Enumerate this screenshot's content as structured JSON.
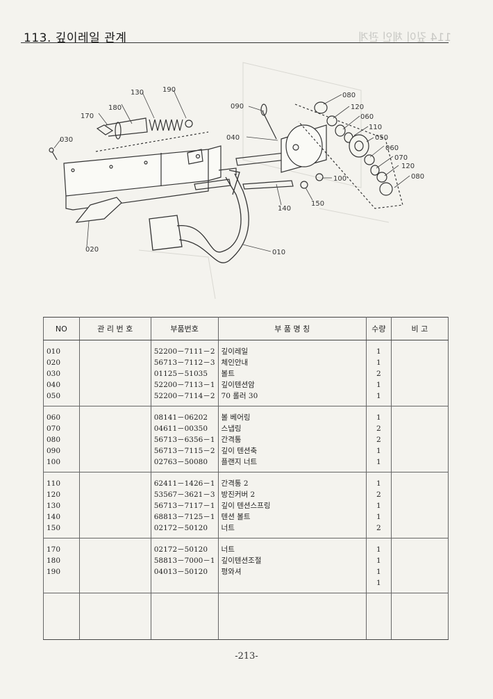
{
  "page": {
    "title": "113. 깊이레일 관계",
    "ghost_title": "114 깊이 체인 관계",
    "page_number": "-213-"
  },
  "diagram": {
    "callouts": [
      "130",
      "190",
      "180",
      "170",
      "030",
      "090",
      "040",
      "080",
      "120",
      "060",
      "110",
      "050",
      "060",
      "070",
      "120",
      "080",
      "100",
      "140",
      "150",
      "020",
      "010"
    ]
  },
  "table": {
    "headers": {
      "no": "NO",
      "mgmt": "관 리 번 호",
      "part_no": "부품번호",
      "name": "부 품 명 칭",
      "qty": "수량",
      "remark": "비 고"
    },
    "groups": [
      {
        "no": [
          "010",
          "020",
          "030",
          "040",
          "050"
        ],
        "part_no": [
          "52200－7111－2",
          "56713－7112－3",
          "01125－51035",
          "52200－7113－1",
          "52200－7114－2"
        ],
        "name": [
          "깊이레일",
          "체인안내",
          "볼트",
          "깊이텐션암",
          "70 롤러 30"
        ],
        "qty": [
          "1",
          "1",
          "2",
          "1",
          "1"
        ]
      },
      {
        "no": [
          "060",
          "070",
          "080",
          "090",
          "100"
        ],
        "part_no": [
          "08141－06202",
          "04611－00350",
          "56713－6356－1",
          "56713－7115－2",
          "02763－50080"
        ],
        "name": [
          "볼 베어링",
          "스냅링",
          "간격통",
          "깊이 텐션축",
          "플랜지 너트"
        ],
        "qty": [
          "1",
          "2",
          "2",
          "1",
          "1"
        ]
      },
      {
        "no": [
          "110",
          "120",
          "130",
          "140",
          "150"
        ],
        "part_no": [
          "62411－1426－1",
          "53567－3621－3",
          "56713－7117－1",
          "68813－7125－1",
          "02172－50120"
        ],
        "name": [
          "간격통 2",
          "방진커버 2",
          "깊이 텐션스프링",
          "텐션 볼트",
          "너트"
        ],
        "qty": [
          "1",
          "2",
          "1",
          "1",
          "2"
        ]
      },
      {
        "no": [
          "170",
          "180",
          "190"
        ],
        "part_no": [
          "02172－50120",
          "58813－7000－1",
          "04013－50120"
        ],
        "name": [
          "너트",
          "깊이텐션조절",
          "평와셔"
        ],
        "qty": [
          "1",
          "1",
          "1",
          "1"
        ]
      }
    ]
  }
}
